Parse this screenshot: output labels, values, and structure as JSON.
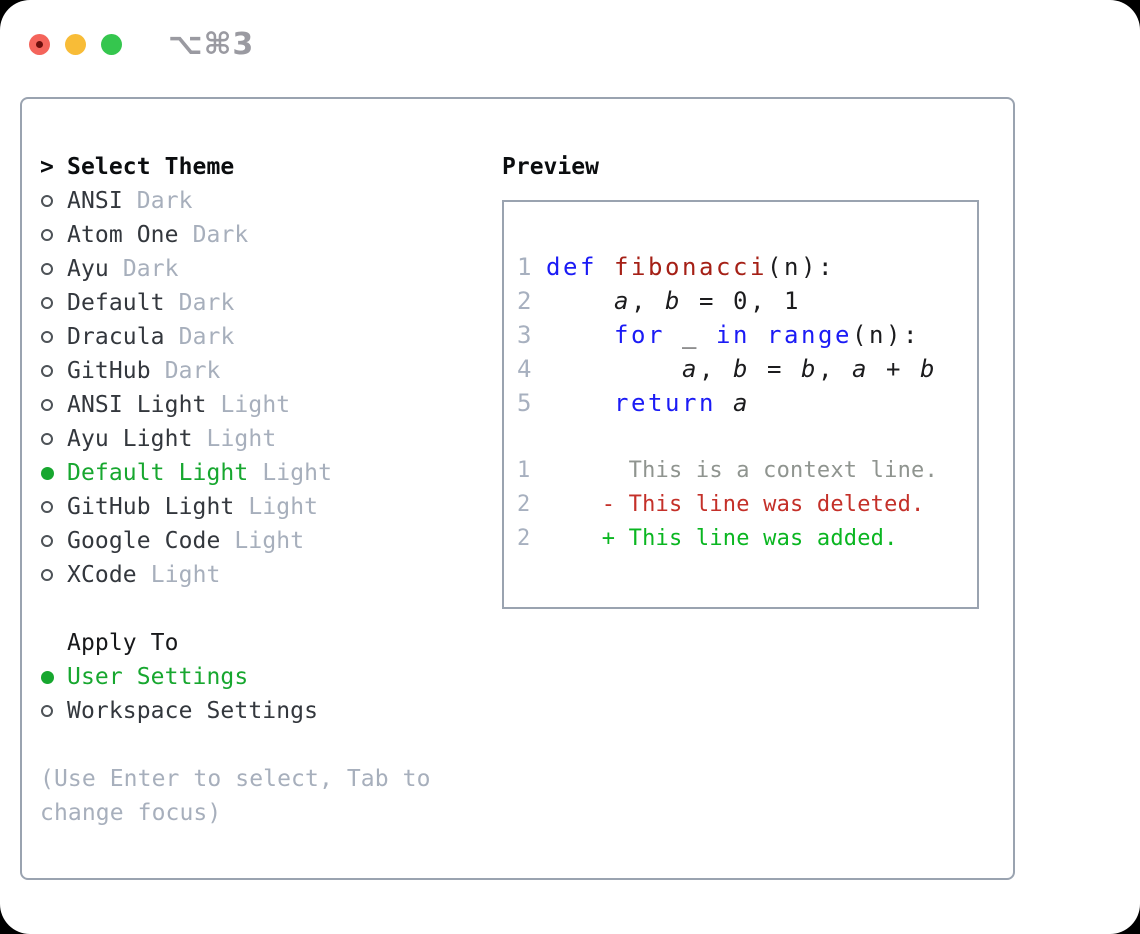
{
  "window": {
    "shortcut": "⌥⌘3"
  },
  "colors": {
    "accent-green": "#17a72f",
    "panel-border": "#9aa3b0",
    "text-primary": "#33373d",
    "heading": "#0b0d0f",
    "muted": "#a7afbc",
    "line-number": "#a7b0bf",
    "keyword-blue": "#1b1bf5",
    "function-red": "#a52016",
    "code-text": "#1c1c1e",
    "context-gray": "#8f948f",
    "deleted-red": "#c43029",
    "added-green": "#0ab621",
    "traffic-red": "#f4645b",
    "traffic-red-dot": "#6b0f0c",
    "traffic-yellow": "#f8bc37",
    "traffic-green": "#35c64e",
    "shortcut-gray": "#9a9aa1",
    "circle-outline": "#4e5358"
  },
  "theme_selector": {
    "prompt": ">",
    "title": "Select Theme",
    "items": [
      {
        "name": "ANSI",
        "variant": "Dark",
        "selected": false
      },
      {
        "name": "Atom One",
        "variant": "Dark",
        "selected": false
      },
      {
        "name": "Ayu",
        "variant": "Dark",
        "selected": false
      },
      {
        "name": "Default",
        "variant": "Dark",
        "selected": false
      },
      {
        "name": "Dracula",
        "variant": "Dark",
        "selected": false
      },
      {
        "name": "GitHub",
        "variant": "Dark",
        "selected": false
      },
      {
        "name": "ANSI Light",
        "variant": "Light",
        "selected": false
      },
      {
        "name": "Ayu Light",
        "variant": "Light",
        "selected": false
      },
      {
        "name": "Default Light",
        "variant": "Light",
        "selected": true
      },
      {
        "name": "GitHub Light",
        "variant": "Light",
        "selected": false
      },
      {
        "name": "Google Code",
        "variant": "Light",
        "selected": false
      },
      {
        "name": "XCode",
        "variant": "Light",
        "selected": false
      }
    ]
  },
  "apply_to": {
    "title": "Apply To",
    "options": [
      {
        "label": "User Settings",
        "selected": true
      },
      {
        "label": "Workspace Settings",
        "selected": false
      }
    ]
  },
  "help": {
    "line1": "(Use Enter to select, Tab to",
    "line2": "change focus)"
  },
  "preview": {
    "title": "Preview",
    "code_lines": [
      {
        "num": "1",
        "segments": {
          "s0": {
            "text": "def "
          },
          "s1": {
            "text": "fibonacci"
          },
          "s2": {
            "text": "(n):"
          }
        }
      },
      {
        "num": "2",
        "segments": {
          "s0": {
            "text": "    "
          },
          "s1": {
            "text": "a"
          },
          "s2": {
            "text": ", "
          },
          "s3": {
            "text": "b"
          },
          "s4": {
            "text": " = 0, 1"
          }
        }
      },
      {
        "num": "3",
        "segments": {
          "s0": {
            "text": "    "
          },
          "s1": {
            "text": "for"
          },
          "s2": {
            "text": " _ "
          },
          "s3": {
            "text": "in"
          },
          "s4": {
            "text": " "
          },
          "s5": {
            "text": "range"
          },
          "s6": {
            "text": "(n):"
          }
        }
      },
      {
        "num": "4",
        "segments": {
          "s0": {
            "text": "        "
          },
          "s1": {
            "text": "a"
          },
          "s2": {
            "text": ", "
          },
          "s3": {
            "text": "b"
          },
          "s4": {
            "text": " = "
          },
          "s5": {
            "text": "b"
          },
          "s6": {
            "text": ", "
          },
          "s7": {
            "text": "a"
          },
          "s8": {
            "text": " + "
          },
          "s9": {
            "text": "b"
          }
        }
      },
      {
        "num": "5",
        "segments": {
          "s0": {
            "text": "    "
          },
          "s1": {
            "text": "return"
          },
          "s2": {
            "text": " "
          },
          "s3": {
            "text": "a"
          }
        }
      }
    ],
    "diff_lines": [
      {
        "num": "1",
        "text": "      This is a context line."
      },
      {
        "num": "2",
        "text": "    - This line was deleted."
      },
      {
        "num": "2",
        "text": "    + This line was added."
      }
    ]
  }
}
